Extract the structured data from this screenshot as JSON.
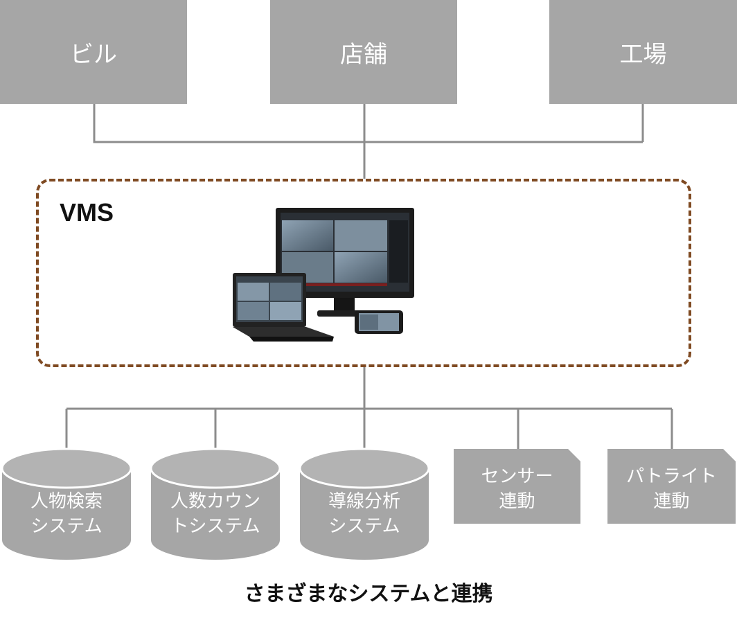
{
  "sites": [
    {
      "label": "ビル"
    },
    {
      "label": "店舗"
    },
    {
      "label": "工場"
    }
  ],
  "vms": {
    "label": "VMS"
  },
  "systems": [
    {
      "label": "人物検索\nシステム",
      "shape": "cylinder"
    },
    {
      "label": "人数カウン\nトシステム",
      "shape": "cylinder"
    },
    {
      "label": "導線分析\nシステム",
      "shape": "cylinder"
    },
    {
      "label": "センサー\n連動",
      "shape": "folded-card"
    },
    {
      "label": "パトライト\n連動",
      "shape": "folded-card"
    }
  ],
  "caption": "さまざまなシステムと連携",
  "colors": {
    "box_fill": "#a6a6a6",
    "connector": "#8c8c8c",
    "vms_border": "#7f4a22",
    "box_text": "#ffffff"
  }
}
